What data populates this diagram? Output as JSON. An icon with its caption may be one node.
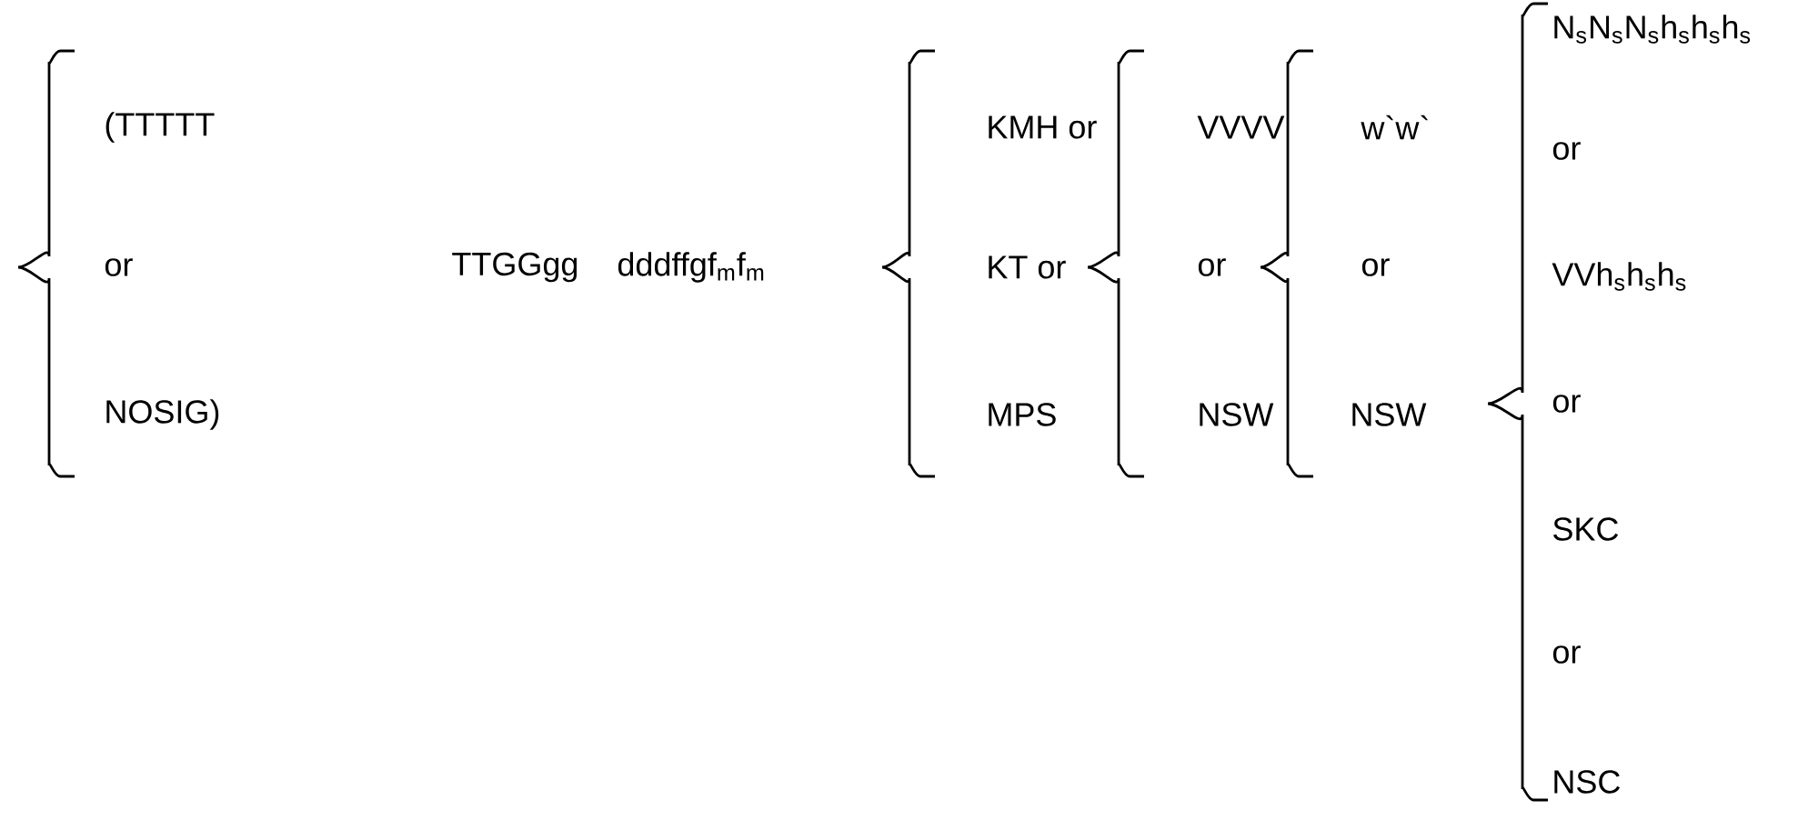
{
  "diagram": {
    "labels": [
      "(TTTTT",
      "or",
      "NOSIG)",
      "TTGGgg",
      "dddffgf$_{m}$f$_{m}$",
      "KMH or",
      "KT or",
      "MPS",
      "VVVV",
      "or",
      "NSW",
      "w`w`",
      "or",
      "NSW",
      "N$_{s}$N$_{s}$N$_{s}$h$_{s}$h$_{s}$h$_{s}$",
      "or",
      "VVh$_{s}$h$_{s}$h$_{s}$",
      "or",
      "SKC",
      "or",
      "NSC"
    ]
  }
}
